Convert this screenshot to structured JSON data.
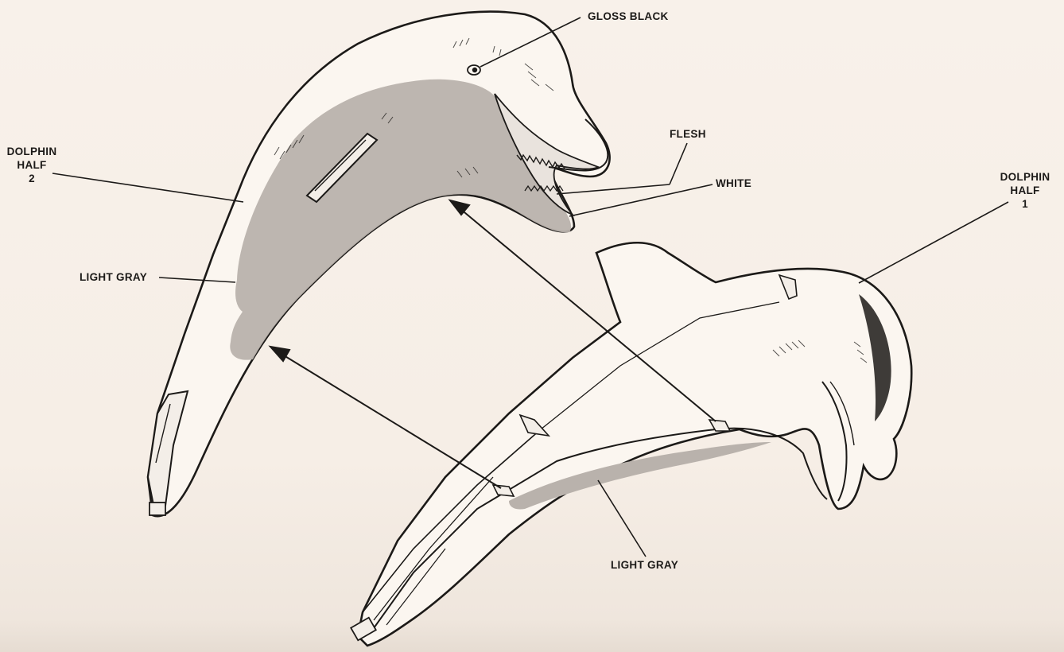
{
  "callouts": {
    "gloss_black": "GLOSS BLACK",
    "flesh": "FLESH",
    "white": "WHITE",
    "light_gray_half2": "LIGHT GRAY",
    "light_gray_half1": "LIGHT GRAY",
    "dolphin_half_2": [
      "DOLPHIN",
      "HALF",
      "2"
    ],
    "dolphin_half_1": [
      "DOLPHIN",
      "HALF",
      "1"
    ]
  },
  "colors": {
    "paper": "#f7efe7",
    "ink": "#1c1a18",
    "paint_light_gray": "#b7b0aa",
    "highlight_white": "#fbf7f2"
  }
}
